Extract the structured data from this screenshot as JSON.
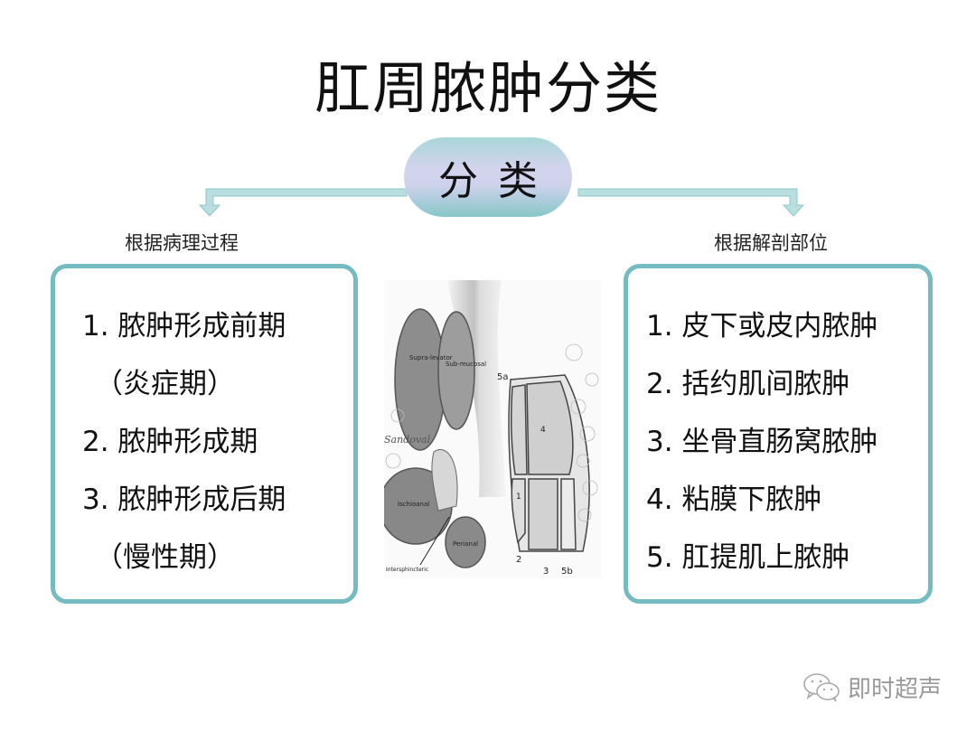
{
  "slide": {
    "title": "肛周脓肿分类",
    "center_node": "分类",
    "colors": {
      "box_border": "#74bcc1",
      "arrow_fill": "#b9dedf",
      "arrow_stroke": "#8fc6c8",
      "pill_top": "#a9d7d8",
      "pill_mid": "#d4d3ee",
      "pill_bottom": "#86c6c9"
    }
  },
  "left_branch": {
    "label": "根据病理过程",
    "items": [
      "1. 脓肿形成前期",
      "（炎症期）",
      "2. 脓肿形成期",
      "3. 脓肿形成后期",
      "（慢性期）"
    ]
  },
  "right_branch": {
    "label": "根据解剖部位",
    "items": [
      "1. 皮下或皮内脓肿",
      "2. 括约肌间脓肿",
      "3. 坐骨直肠窝脓肿",
      "4. 粘膜下脓肿",
      "5. 肛提肌上脓肿"
    ]
  },
  "figure": {
    "description": "anorectal abscess anatomy illustration",
    "labels": {
      "supralevator": "Supra-levator",
      "submucosal": "Sub-mucosal",
      "ischioanal": "Ischioanal",
      "perianal": "Perianal",
      "intersphincteric": "Intersphincteric",
      "signature": "Sandoval",
      "n5a": "5a",
      "n4": "4",
      "n1": "1",
      "n2": "2",
      "n3": "3",
      "n5b": "5b"
    }
  },
  "watermark": {
    "icon": "wechat-icon",
    "text": "即时超声"
  }
}
